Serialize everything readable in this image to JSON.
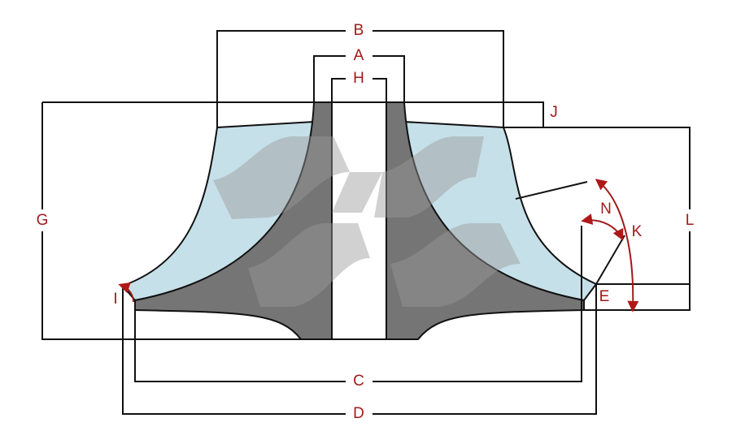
{
  "labels": {
    "A": "A",
    "B": "B",
    "C": "C",
    "D": "D",
    "E": "E",
    "G": "G",
    "H": "H",
    "I": "I",
    "J": "J",
    "K": "K",
    "L": "L",
    "N": "N"
  },
  "colors": {
    "blade": "#c6e0e9",
    "hub": "#757575",
    "outline": "#111111",
    "label": "#a01a1a",
    "watermark": "#9a9a9a"
  }
}
